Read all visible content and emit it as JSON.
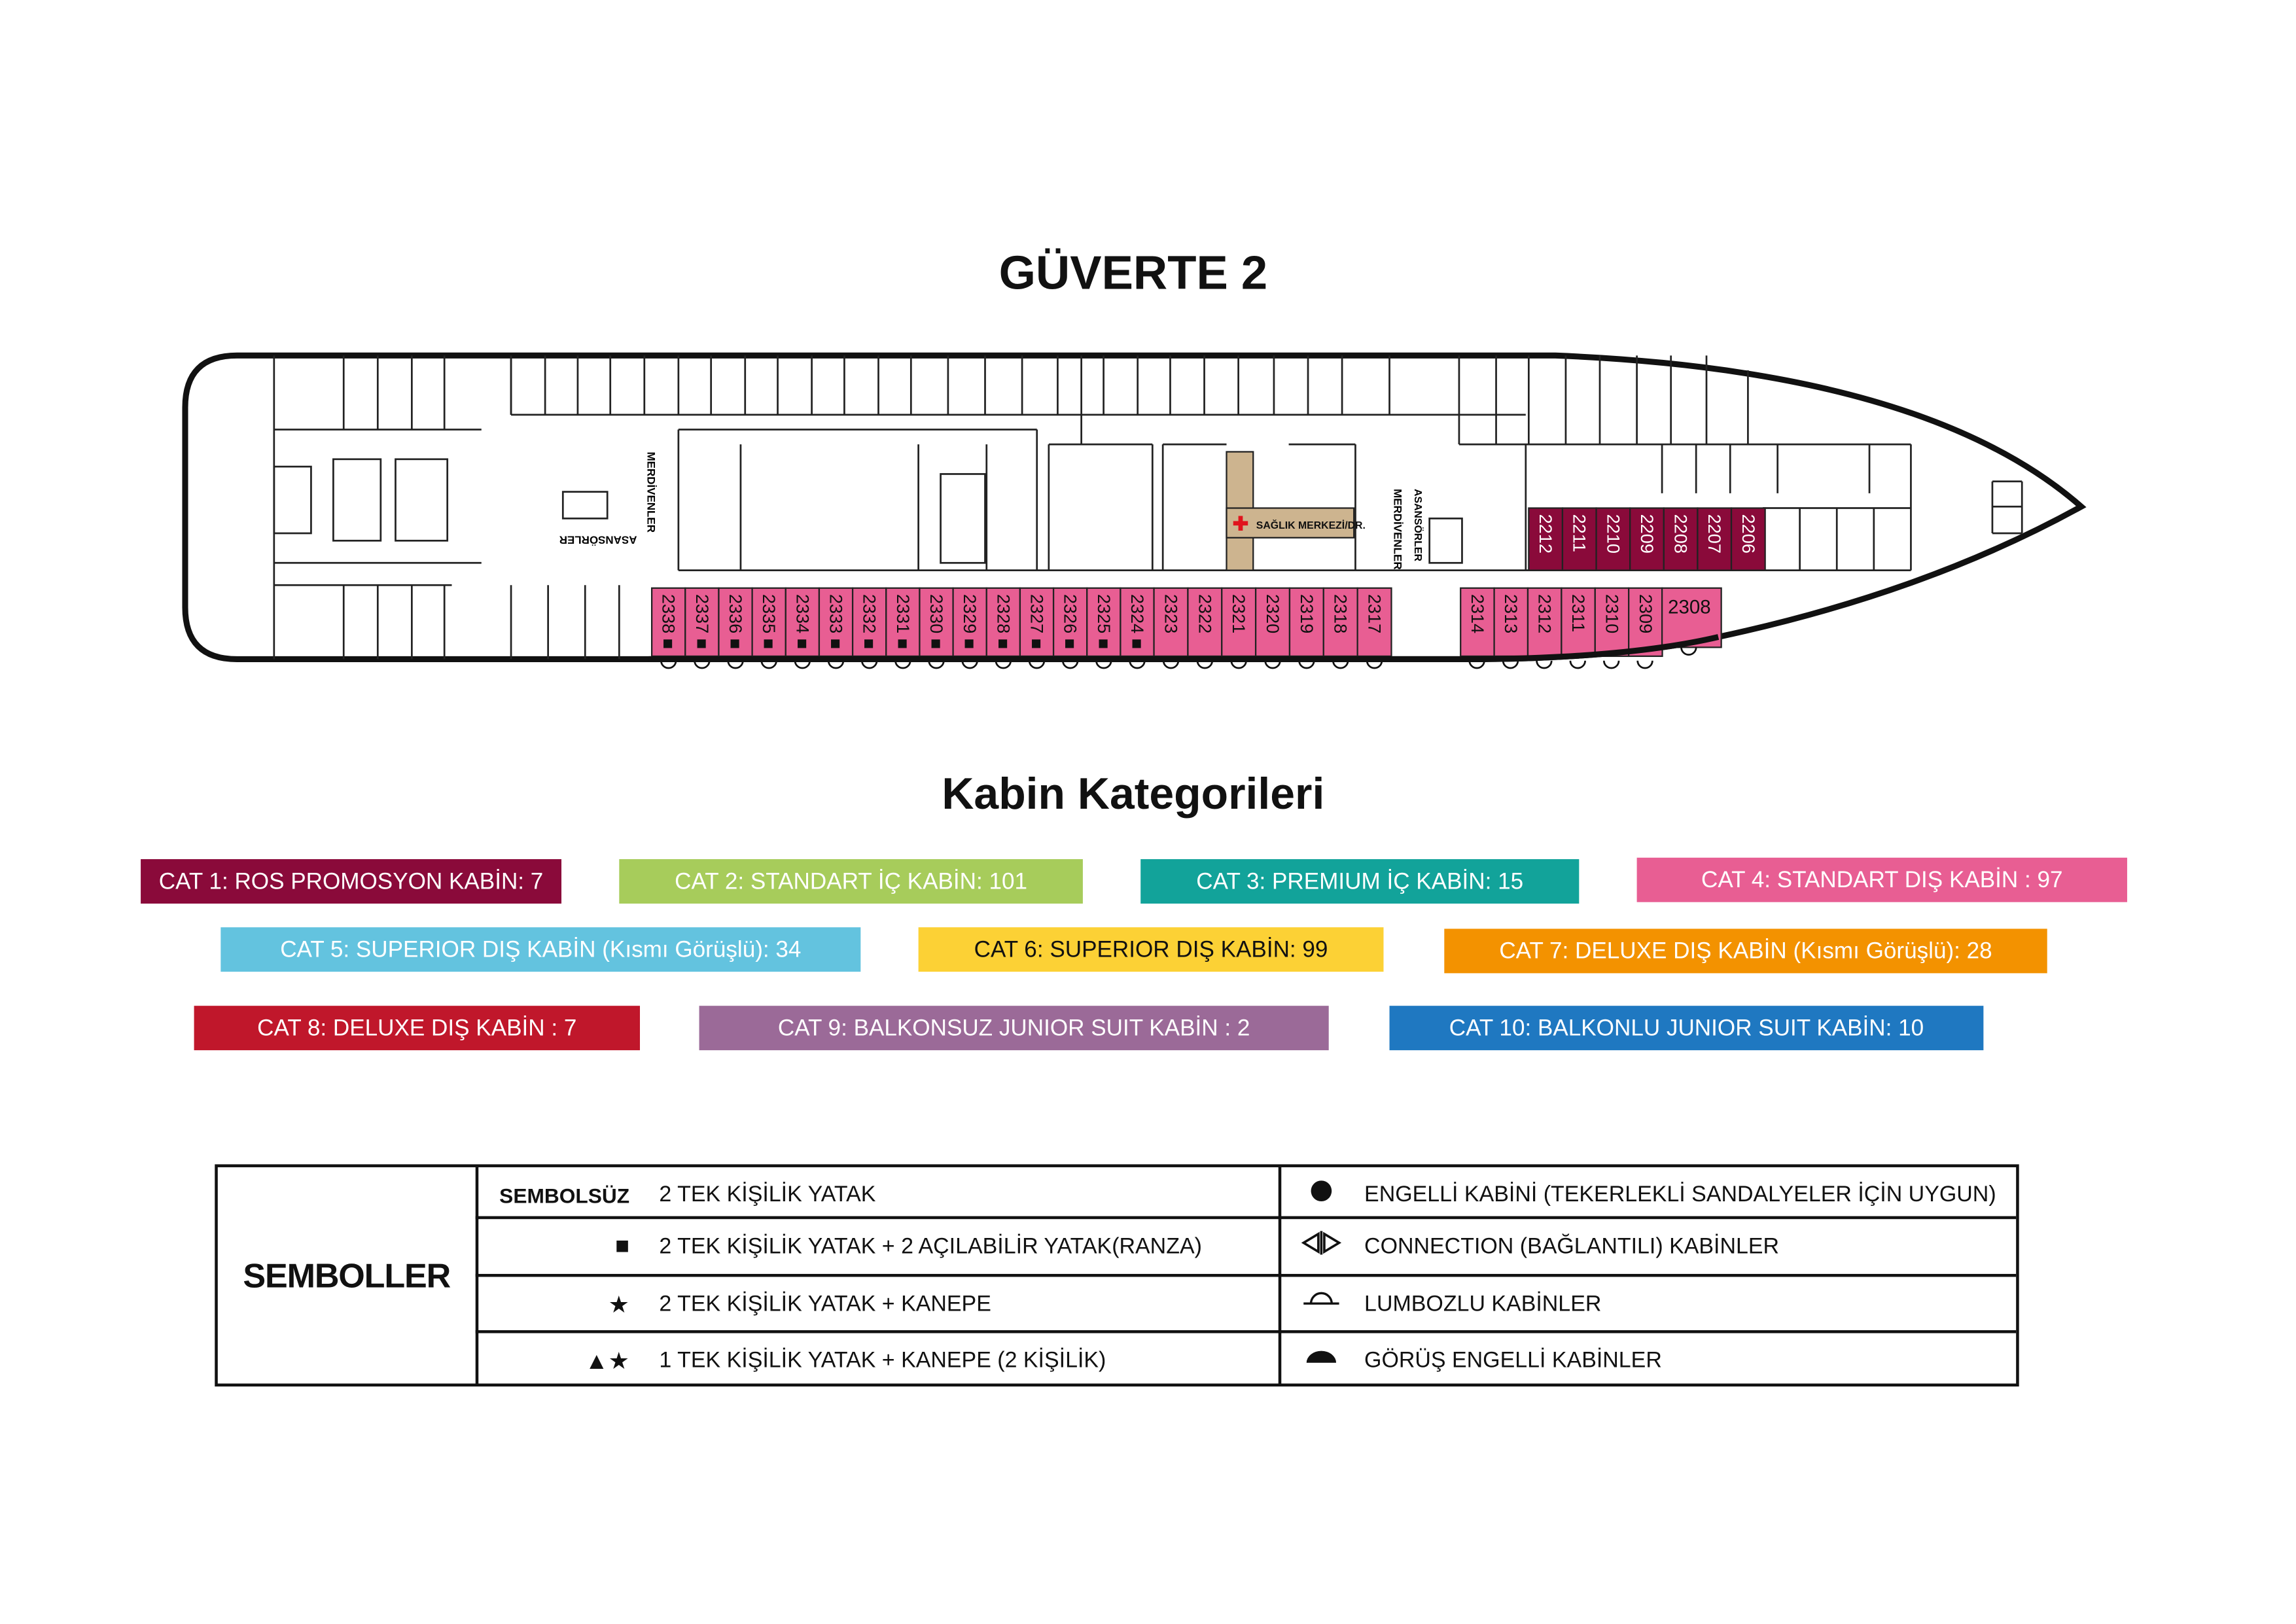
{
  "deck_title": "GÜVERTE 2",
  "ship_labels": {
    "stairs_1": "MERDİVENLER",
    "elevators_1": "ASANSÖRLER",
    "health_center": "SAĞLIK MERKEZİ/DR.",
    "stairs_2": "MERDİVENLER",
    "elevators_2": "ASANSÖRLER"
  },
  "cabins": {
    "bottom_row_a": [
      {
        "no": "2338",
        "sym": "■"
      },
      {
        "no": "2337",
        "sym": "■"
      },
      {
        "no": "2336",
        "sym": "■"
      },
      {
        "no": "2335",
        "sym": "■"
      },
      {
        "no": "2334",
        "sym": "■"
      },
      {
        "no": "2333",
        "sym": "■"
      },
      {
        "no": "2332",
        "sym": "■"
      },
      {
        "no": "2331",
        "sym": "■"
      },
      {
        "no": "2330",
        "sym": "■"
      },
      {
        "no": "2329",
        "sym": "■"
      },
      {
        "no": "2328",
        "sym": "■"
      },
      {
        "no": "2327",
        "sym": "■"
      },
      {
        "no": "2326",
        "sym": "■"
      },
      {
        "no": "2325",
        "sym": "■"
      },
      {
        "no": "2324",
        "sym": "■"
      },
      {
        "no": "2323",
        "sym": ""
      },
      {
        "no": "2322",
        "sym": ""
      },
      {
        "no": "2321",
        "sym": ""
      },
      {
        "no": "2320",
        "sym": ""
      },
      {
        "no": "2319",
        "sym": ""
      },
      {
        "no": "2318",
        "sym": ""
      },
      {
        "no": "2317",
        "sym": ""
      }
    ],
    "bottom_row_b": [
      {
        "no": "2314",
        "sym": ""
      },
      {
        "no": "2313",
        "sym": ""
      },
      {
        "no": "2312",
        "sym": ""
      },
      {
        "no": "2311",
        "sym": ""
      },
      {
        "no": "2310",
        "sym": ""
      },
      {
        "no": "2309",
        "sym": ""
      }
    ],
    "wide_cabin": "2308",
    "promo_row": [
      "2212",
      "2211",
      "2210",
      "2209",
      "2208",
      "2207",
      "2206"
    ]
  },
  "colors": {
    "cat4": "#e85e93",
    "cat1": "#8a0a3a",
    "health": "#cdb48f"
  },
  "categories_title": "Kabin Kategorileri",
  "categories": [
    {
      "label": "CAT 1: ROS PROMOSYON KABİN: 7",
      "color": "#8a0a3a"
    },
    {
      "label": "CAT 2: STANDART İÇ KABİN: 101",
      "color": "#a7cc5b"
    },
    {
      "label": "CAT 3: PREMIUM İÇ KABİN: 15",
      "color": "#12a39a"
    },
    {
      "label": "CAT 4: STANDART DIŞ KABİN : 97",
      "color": "#e85e93"
    },
    {
      "label": "CAT 5: SUPERIOR DIŞ KABİN (Kısmı Görüşlü): 34",
      "color": "#63c3df"
    },
    {
      "label": "CAT 6: SUPERIOR DIŞ KABİN: 99",
      "color": "#fcd135",
      "text": "#111111"
    },
    {
      "label": "CAT 7: DELUXE DIŞ KABİN (Kısmı Görüşlü): 28",
      "color": "#f39200"
    },
    {
      "label": "CAT 8: DELUXE DIŞ KABİN : 7",
      "color": "#c0172b"
    },
    {
      "label": "CAT 9: BALKONSUZ JUNIOR SUIT KABİN : 2",
      "color": "#9b6a98"
    },
    {
      "label": "CAT 10: BALKONLU JUNIOR SUIT KABİN: 10",
      "color": "#1f78c1"
    }
  ],
  "legend": {
    "title": "SEMBOLLER",
    "left": [
      {
        "sym": "SEMBOLSÜZ",
        "text": "2 TEK KİŞİLİK YATAK"
      },
      {
        "sym": "■",
        "text": "2 TEK KİŞİLİK YATAK + 2 AÇILABİLİR YATAK(RANZA)"
      },
      {
        "sym": "★",
        "text": "2 TEK KİŞİLİK YATAK + KANEPE"
      },
      {
        "sym": "▲★",
        "text": "1 TEK KİŞİLİK YATAK + KANEPE (2 KİŞİLİK)"
      }
    ],
    "right": [
      {
        "icon": "wheelchair-dot-icon",
        "text": "ENGELLİ KABİNİ (TEKERLEKLİ SANDALYELER İÇİN UYGUN)"
      },
      {
        "icon": "connection-icon",
        "text": "CONNECTION (BAĞLANTILI) KABİNLER"
      },
      {
        "icon": "porthole-icon",
        "text": "LUMBOZLU KABİNLER"
      },
      {
        "icon": "obstructed-view-icon",
        "text": "GÖRÜŞ ENGELLİ KABİNLER"
      }
    ]
  }
}
